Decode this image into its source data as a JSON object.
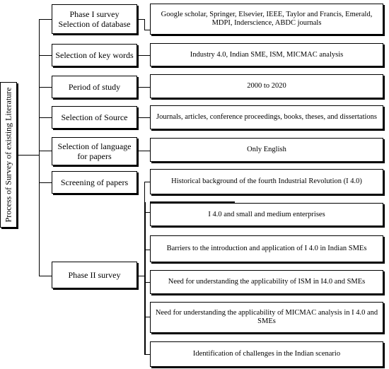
{
  "title": "Process of Survey of existing Literature",
  "stages": [
    {
      "id": "phase1",
      "label": "Phase I survey\nSelection of database",
      "detail": "Google scholar, Springer, Elsevier, IEEE, Taylor and Francis, Emerald,\nMDPI, Inderscience, ABDC journals"
    },
    {
      "id": "keywords",
      "label": "Selection of key words",
      "detail": "Industry 4.0, Indian SME, ISM, MICMAC analysis"
    },
    {
      "id": "period",
      "label": "Period of study",
      "detail": "2000 to 2020"
    },
    {
      "id": "source",
      "label": "Selection of Source",
      "detail": "Journals, articles, conference proceedings, books, theses, and dissertations"
    },
    {
      "id": "language",
      "label": "Selection of language\nfor papers",
      "detail": "Only English"
    },
    {
      "id": "screening",
      "label": "Screening of papers"
    },
    {
      "id": "phase2",
      "label": "Phase II survey"
    }
  ],
  "phase2_topics": [
    "Historical background of the fourth Industrial Revolution (I 4.0)",
    "I 4.0 and small and medium enterprises",
    "Barriers to the introduction and application of I 4.0 in Indian SMEs",
    "Need for understanding the applicability of ISM in I4.0 and SMEs",
    "Need for understanding the applicability of MICMAC analysis in I 4.0 and\nSMEs",
    "Identification of challenges in the Indian scenario"
  ]
}
